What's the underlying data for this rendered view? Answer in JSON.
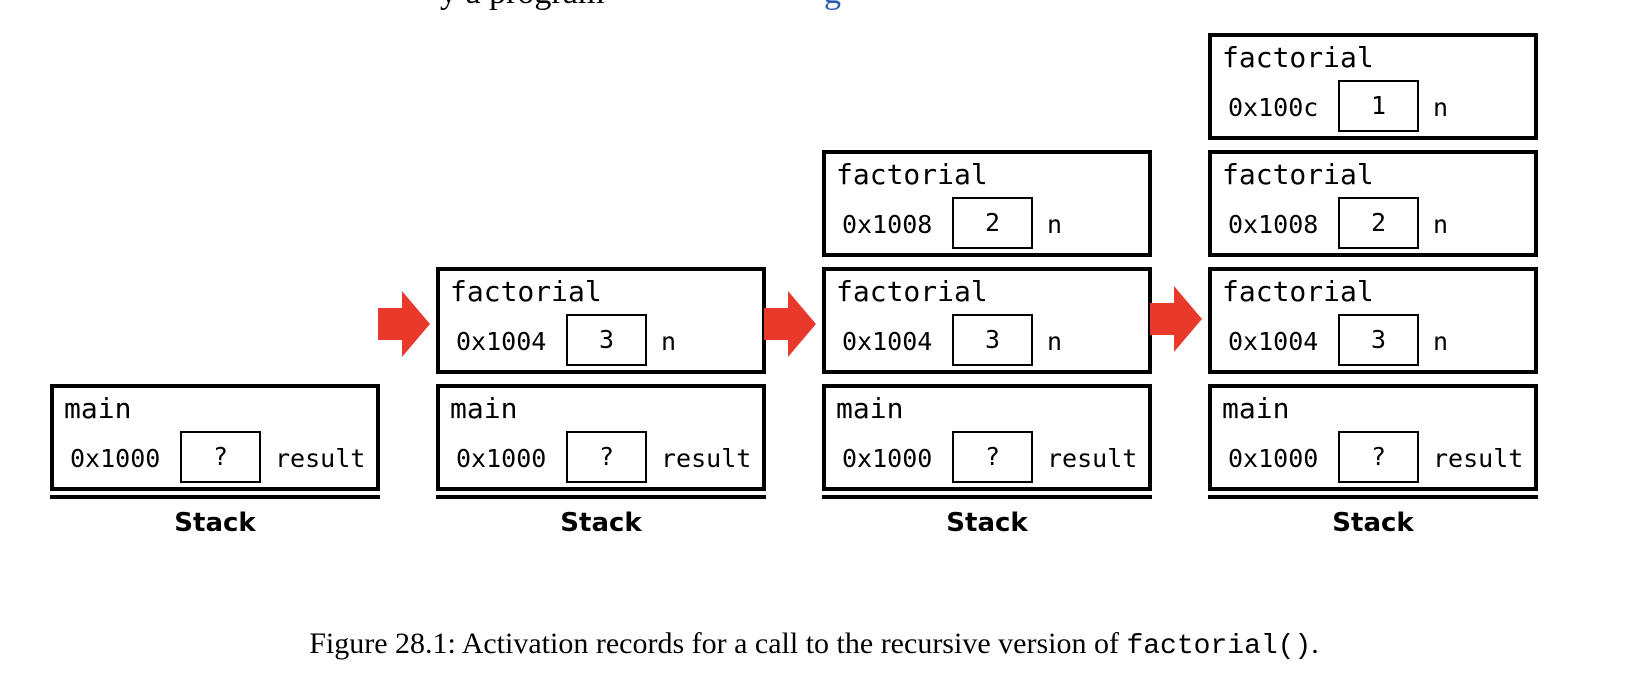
{
  "header_fragment": {
    "left_text": "y a program",
    "right_text": "g"
  },
  "stacks": [
    {
      "label": "Stack",
      "frames": [
        {
          "name": "main",
          "address": "0x1000",
          "value": "?",
          "var": "result"
        }
      ]
    },
    {
      "label": "Stack",
      "frames": [
        {
          "name": "factorial",
          "address": "0x1004",
          "value": "3",
          "var": "n"
        },
        {
          "name": "main",
          "address": "0x1000",
          "value": "?",
          "var": "result"
        }
      ]
    },
    {
      "label": "Stack",
      "frames": [
        {
          "name": "factorial",
          "address": "0x1008",
          "value": "2",
          "var": "n"
        },
        {
          "name": "factorial",
          "address": "0x1004",
          "value": "3",
          "var": "n"
        },
        {
          "name": "main",
          "address": "0x1000",
          "value": "?",
          "var": "result"
        }
      ]
    },
    {
      "label": "Stack",
      "frames": [
        {
          "name": "factorial",
          "address": "0x100c",
          "value": "1",
          "var": "n"
        },
        {
          "name": "factorial",
          "address": "0x1008",
          "value": "2",
          "var": "n"
        },
        {
          "name": "factorial",
          "address": "0x1004",
          "value": "3",
          "var": "n"
        },
        {
          "name": "main",
          "address": "0x1000",
          "value": "?",
          "var": "result"
        }
      ]
    }
  ],
  "arrow_color": "#e8392b",
  "caption": {
    "prefix": "Figure 28.1: Activation records for a call to the recursive version of ",
    "code": "factorial()",
    "suffix": "."
  }
}
